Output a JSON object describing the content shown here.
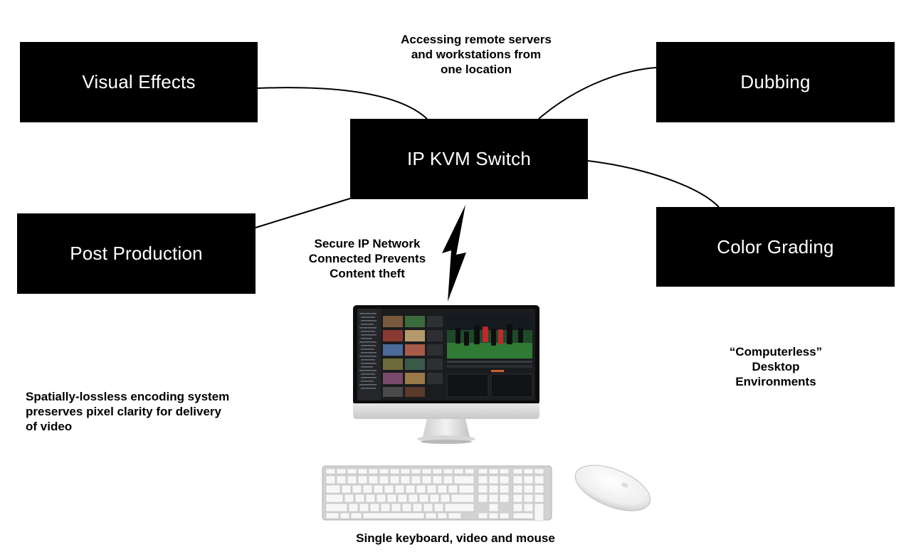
{
  "nodes": {
    "visual_effects": "Visual Effects",
    "dubbing": "Dubbing",
    "ip_kvm_switch": "IP KVM Switch",
    "post_production": "Post Production",
    "color_grading": "Color Grading"
  },
  "captions": {
    "remote_access": [
      "Accessing remote servers",
      "and workstations from",
      "one location"
    ],
    "secure_network": [
      "Secure IP Network",
      "Connected Prevents",
      "Content theft"
    ],
    "computerless": [
      "“Computerless”",
      "Desktop",
      "Environments"
    ],
    "lossless": [
      "Spatially-lossless encoding system",
      "preserves pixel clarity for delivery",
      "of video"
    ],
    "single_kvm": "Single keyboard, video and mouse"
  },
  "colors": {
    "box_fill": "#000000",
    "box_text": "#ffffff",
    "pitch_green": "#2f7a34"
  }
}
